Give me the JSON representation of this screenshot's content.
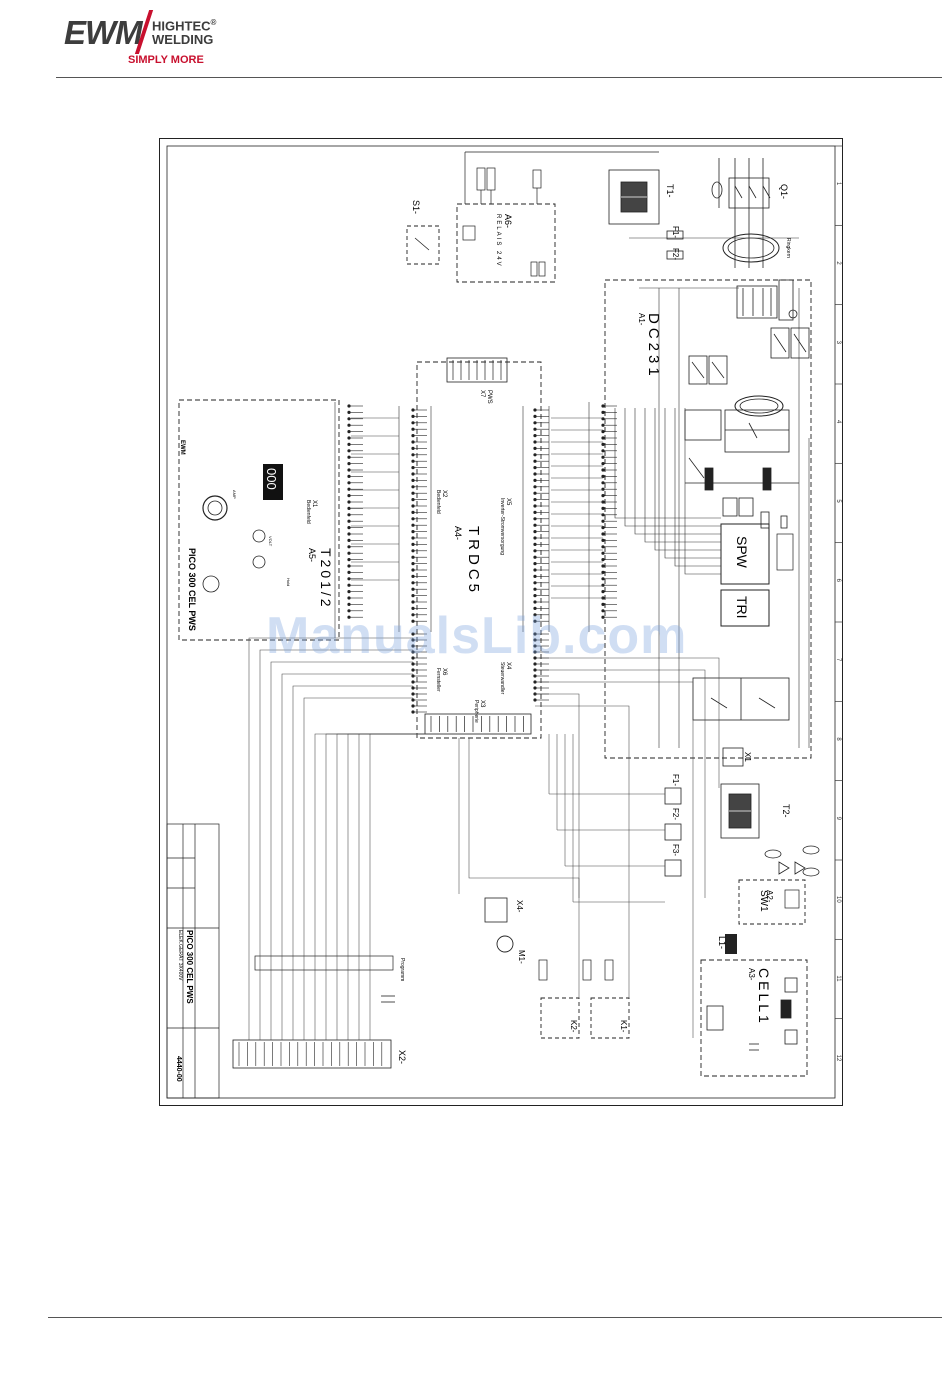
{
  "header": {
    "logo_main": "EWM",
    "logo_line1": "HIGHTEC",
    "logo_reg": "®",
    "logo_line2": "WELDING",
    "tagline": "SIMPLY MORE"
  },
  "watermark": "ManualsLib.com",
  "diagram": {
    "zone_numbers": [
      "1",
      "2",
      "3",
      "4",
      "5",
      "6",
      "7",
      "8",
      "9",
      "10",
      "11",
      "12"
    ],
    "modules": {
      "a1": {
        "name": "A1-",
        "type": "DC231"
      },
      "a4": {
        "name": "A4-",
        "type": "TRDC5"
      },
      "a5": {
        "name": "A5-",
        "type": "T201/2"
      },
      "a6": {
        "name": "A6-",
        "type": "RELAIS 24V"
      },
      "a3": {
        "name": "A3-",
        "type": "CELL1"
      },
      "a2": {
        "name": "A2-",
        "type": "SW1"
      },
      "spw": "SPW",
      "tri": "TRI"
    },
    "components": {
      "q1": "Q1-",
      "t1": "T1-",
      "t2": "T2-",
      "s1": "S1-",
      "f1": "F1-",
      "f2": "F2-",
      "f3": "F3-",
      "l1": "L1-",
      "m1": "M1-",
      "k1": "K1-",
      "k2": "K2-",
      "x1": "X1",
      "x2": "X2-",
      "x4": "X4-",
      "x7": "X7",
      "pws": "PWS"
    },
    "connectors": {
      "x1_label": "X1",
      "x1_sub": "Bedienfeld",
      "x2_label": "X2",
      "x2_sub": "Bedienfeld",
      "x3_label": "X3",
      "x3_sub": "Peripherie",
      "x4_label": "X4",
      "x4_sub": "Steuerwandler",
      "x5_label": "X5",
      "x5_sub": "Inverter-Stromversorgung",
      "x6_label": "X6",
      "x6_sub": "Fernsteller"
    },
    "panel": {
      "title": "PICO 300 CEL PWS",
      "display": "000",
      "brand": "EWM",
      "labels": [
        "AMP",
        "VOLT",
        "Hold"
      ]
    },
    "title_block": {
      "product": "PICO 300 CEL PWS",
      "subtitle": "ELEK.GERÄT 3X400V",
      "drawing_no": "4440-00"
    },
    "ferrite_label": "Ringkern",
    "program_label": "Programm"
  }
}
